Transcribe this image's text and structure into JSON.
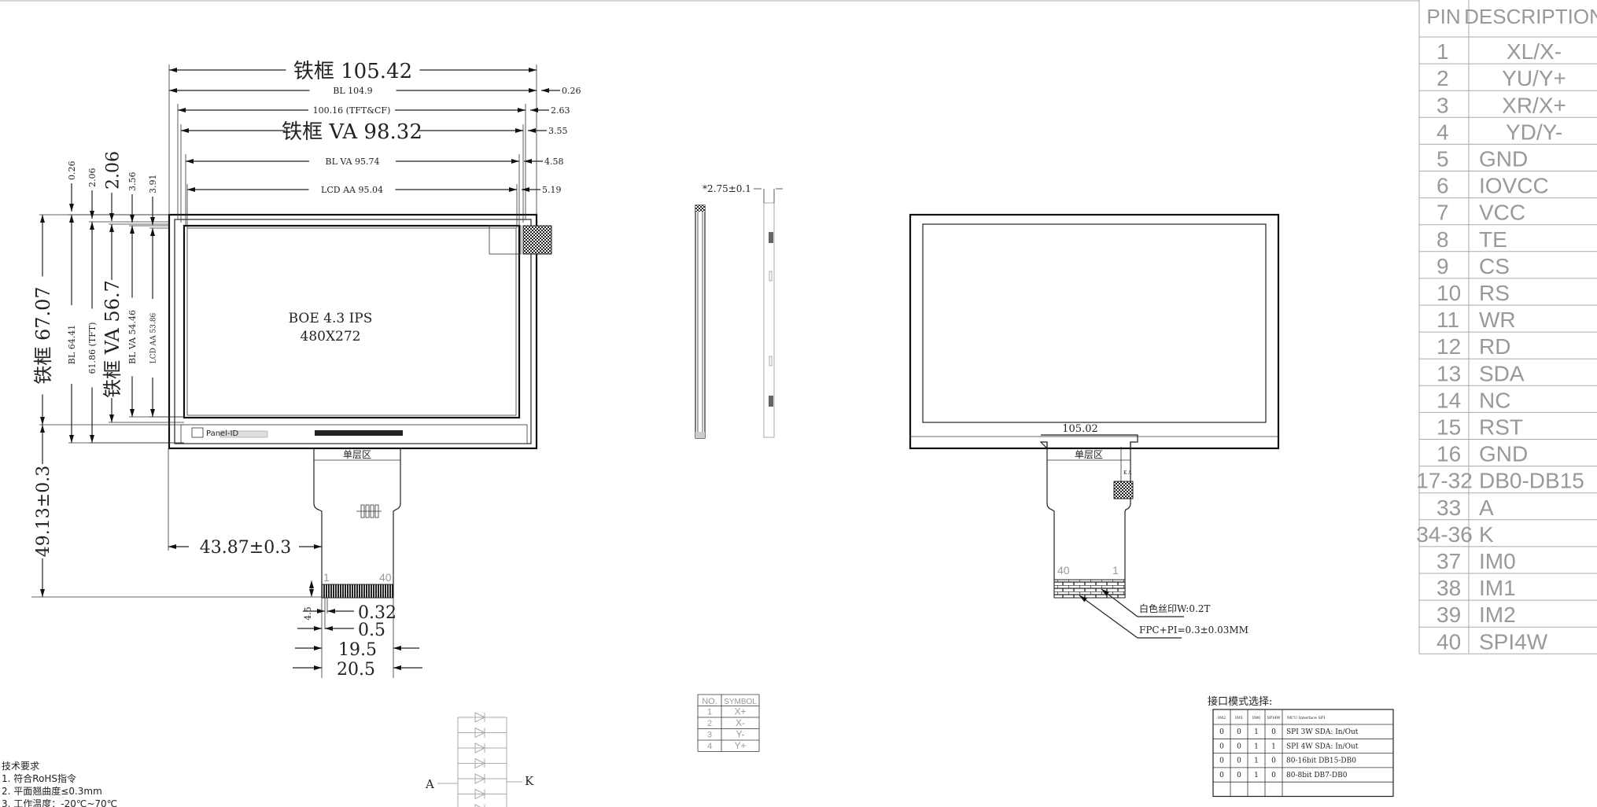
{
  "front_view": {
    "model": "BOE 4.3 IPS",
    "resolution": "480X272",
    "panel_id": "Panel-ID",
    "horizontal_dims": [
      {
        "label": "铁框 105.42",
        "offset": ""
      },
      {
        "label": "BL 104.9",
        "offset": "0.26"
      },
      {
        "label": "100.16 (TFT&CF)",
        "offset": "2.63"
      },
      {
        "label": "铁框 VA 98.32",
        "offset": "3.55"
      },
      {
        "label": "BL VA 95.74",
        "offset": "4.58"
      },
      {
        "label": "LCD AA 95.04",
        "offset": "5.19"
      }
    ],
    "vertical_dims": [
      {
        "label": "铁框 67.07",
        "offset": ""
      },
      {
        "label": "BL 64.41",
        "offset": "0.26"
      },
      {
        "label": "61.86 (TFT)",
        "offset": "2.06"
      },
      {
        "label": "铁框 VA 56.7",
        "offset": "2.06"
      },
      {
        "label": "BL VA 54.46",
        "offset": "3.56"
      },
      {
        "label": "LCD AA 53.86",
        "offset": "3.91"
      }
    ],
    "fpc": {
      "single_layer": "单层区",
      "pin_first": "1",
      "pin_last": "40",
      "height_dim": "49.13±0.3",
      "offset_dim": "43.87±0.3",
      "contact_length": "4.5",
      "pitch_width": "0.32",
      "pitch": "0.5",
      "span": "19.5",
      "width": "20.5"
    }
  },
  "side_view": {
    "thickness": "*2.75±0.1"
  },
  "back_view": {
    "width_dim": "105.02",
    "single_layer": "单层区",
    "pin_left": "40",
    "pin_right": "1",
    "k_label": "K",
    "a_label": "A",
    "note_silkscreen": "白色丝印W:0.2T",
    "note_fpc": "FPC+PI=0.3±0.03MM"
  },
  "pin_table": {
    "headers": [
      "PIN",
      "DESCRIPTION"
    ],
    "rows": [
      [
        "1",
        "XL/X-"
      ],
      [
        "2",
        "YU/Y+"
      ],
      [
        "3",
        "XR/X+"
      ],
      [
        "4",
        "YD/Y-"
      ],
      [
        "5",
        "GND"
      ],
      [
        "6",
        "IOVCC"
      ],
      [
        "7",
        "VCC"
      ],
      [
        "8",
        "TE"
      ],
      [
        "9",
        "CS"
      ],
      [
        "10",
        "RS"
      ],
      [
        "11",
        "WR"
      ],
      [
        "12",
        "RD"
      ],
      [
        "13",
        "SDA"
      ],
      [
        "14",
        "NC"
      ],
      [
        "15",
        "RST"
      ],
      [
        "16",
        "GND"
      ],
      [
        "17-32",
        "DB0-DB15"
      ],
      [
        "33",
        "A"
      ],
      [
        "34-36",
        "K"
      ],
      [
        "37",
        "IM0"
      ],
      [
        "38",
        "IM1"
      ],
      [
        "39",
        "IM2"
      ],
      [
        "40",
        "SPI4W"
      ]
    ]
  },
  "symbol_table": {
    "headers": [
      "NO.",
      "SYMBOL"
    ],
    "rows": [
      [
        "1",
        "X+"
      ],
      [
        "2",
        "X-"
      ],
      [
        "3",
        "Y-"
      ],
      [
        "4",
        "Y+"
      ]
    ]
  },
  "interface_table": {
    "title": "接口模式选择:",
    "headers": [
      "IM2",
      "IM1",
      "IM0",
      "SPI4W",
      "MCU Interface SPI"
    ],
    "rows": [
      [
        "0",
        "0",
        "1",
        "0",
        "SPI 3W    SDA: In/Out"
      ],
      [
        "0",
        "0",
        "1",
        "1",
        "SPI 4W    SDA: In/Out"
      ],
      [
        "0",
        "0",
        "1",
        "0",
        "80-16bit DB15-DB0"
      ],
      [
        "0",
        "0",
        "1",
        "0",
        "80-8bit DB7-DB0"
      ],
      [
        "",
        "",
        "",
        "",
        ""
      ]
    ]
  },
  "backlight": {
    "anode": "A",
    "cathode": "K"
  },
  "tech_requirements": {
    "title": "技术要求",
    "items": [
      "1.  符合RoHS指令",
      "2.  平面翘曲度≤0.3mm",
      "3.  工作温度：-20℃~70℃"
    ]
  }
}
